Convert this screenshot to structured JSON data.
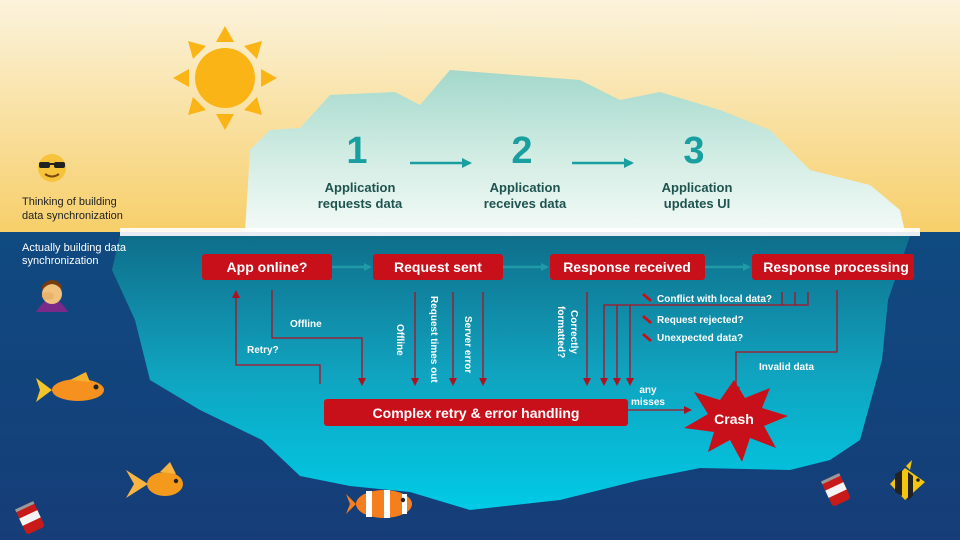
{
  "side_labels": {
    "above": "Thinking of building data synchronization",
    "below": "Actually building data synchronization"
  },
  "steps": [
    {
      "number": "1",
      "line1": "Application",
      "line2": "requests data"
    },
    {
      "number": "2",
      "line1": "Application",
      "line2": "receives data"
    },
    {
      "number": "3",
      "line1": "Application",
      "line2": "updates UI"
    }
  ],
  "boxes": {
    "app_online": "App online?",
    "request_sent": "Request sent",
    "response_received": "Response received",
    "response_processing": "Response processing",
    "complex": "Complex retry & error handling",
    "crash": "Crash"
  },
  "edge_labels": {
    "offline_1": "Offline",
    "retry": "Retry?",
    "offline_2": "Offline",
    "request_times_out": "Request times out",
    "server_error": "Server error",
    "correctly_formatted_1": "Correctly",
    "correctly_formatted_2": "formatted?",
    "conflict": "Conflict with local data?",
    "rejected": "Request rejected?",
    "unexpected": "Unexpected data?",
    "invalid_data": "Invalid data",
    "any_misses_1": "any",
    "any_misses_2": "misses"
  },
  "colors": {
    "sky_top": "#fbf3dc",
    "sky_bottom": "#f7cf6a",
    "ocean_top": "#0f4a80",
    "ocean_bottom": "#163d78",
    "ice_top": "#e9f6f1",
    "ice_tint": "#a3d8cb",
    "ice_under_top": "#0f6e8a",
    "ice_under_bottom": "#00cbe6",
    "box_red": "#c8101b",
    "line_red": "#b01020",
    "teal": "#1a9fa0",
    "dark_teal": "#1f5350",
    "sun": "#fbb416"
  },
  "icons": [
    "sun-icon",
    "sunglasses-face-icon",
    "facepalm-person-icon",
    "orange-fish-icon",
    "goldfish-icon",
    "clownfish-icon",
    "angelfish-icon",
    "soda-can-icon"
  ]
}
